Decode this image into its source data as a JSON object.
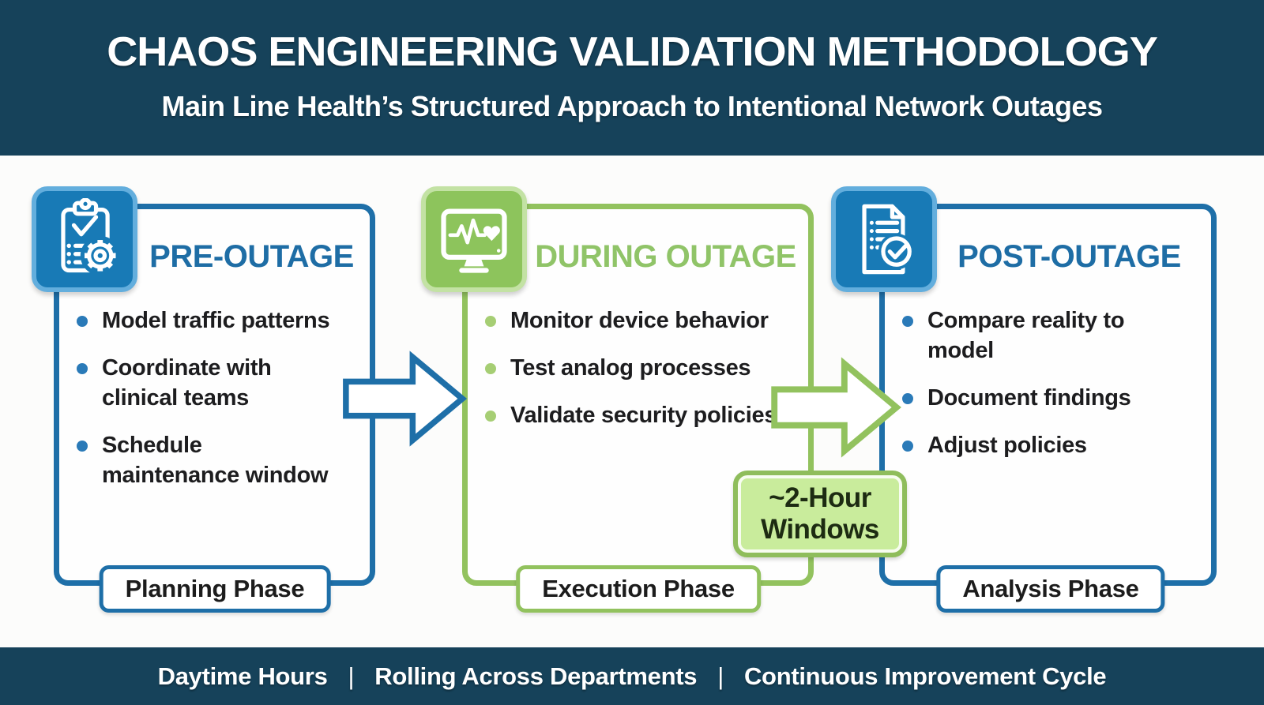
{
  "header": {
    "title": "CHAOS ENGINEERING VALIDATION METHODOLOGY",
    "subtitle": "Main Line Health’s Structured Approach to Intentional Network Outages"
  },
  "phases": [
    {
      "id": "pre-outage",
      "title": "PRE-OUTAGE",
      "icon": "clipboard-check-gear-icon",
      "accent_color": "#1e6fa8",
      "items": [
        "Model traffic patterns",
        "Coordinate with clinical teams",
        "Schedule maintenance window"
      ],
      "phase_label": "Planning Phase"
    },
    {
      "id": "during-outage",
      "title": "DURING OUTAGE",
      "icon": "monitor-heartbeat-icon",
      "accent_color": "#92c25e",
      "items": [
        "Monitor device behavior",
        "Test analog processes",
        "Validate security policies"
      ],
      "phase_label": "Execution Phase"
    },
    {
      "id": "post-outage",
      "title": "POST-OUTAGE",
      "icon": "document-checklist-icon",
      "accent_color": "#1e6fa8",
      "items": [
        "Compare reality to model",
        "Document findings",
        "Adjust policies"
      ],
      "phase_label": "Analysis Phase"
    }
  ],
  "badge": {
    "line1": "~2-Hour",
    "line2": "Windows"
  },
  "footer": {
    "items": [
      "Daytime Hours",
      "Rolling Across Departments",
      "Continuous Improvement Cycle"
    ],
    "separator": "|"
  },
  "colors": {
    "band_navy": "#16425a",
    "blue_accent": "#1e6fa8",
    "green_accent": "#92c25e",
    "icon_blue_fill": "#187ab6",
    "icon_green_fill": "#8dc45c",
    "badge_fill": "#c9ec9c",
    "body_text": "#1d1d1f"
  }
}
